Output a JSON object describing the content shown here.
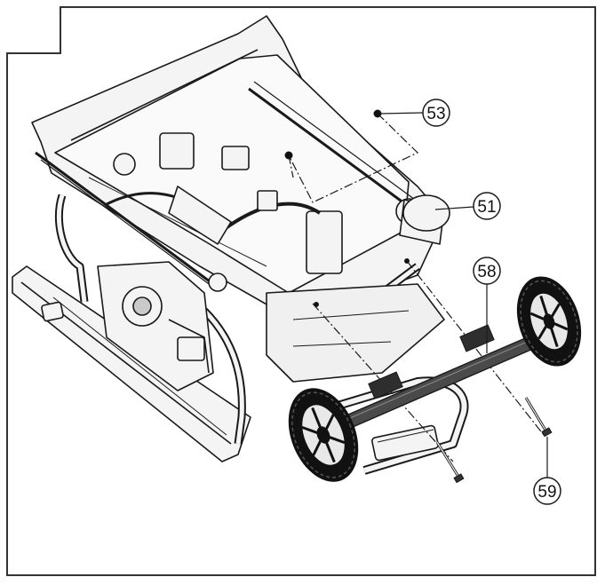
{
  "figure": {
    "callouts": [
      {
        "id": "53",
        "label": "53"
      },
      {
        "id": "51",
        "label": "51"
      },
      {
        "id": "58",
        "label": "58"
      },
      {
        "id": "59",
        "label": "59"
      }
    ]
  },
  "colors": {
    "line": "#1a1a1a",
    "part_fill": "#f4f4f4",
    "shade": "#c9c9c9",
    "tire": "#111111"
  }
}
